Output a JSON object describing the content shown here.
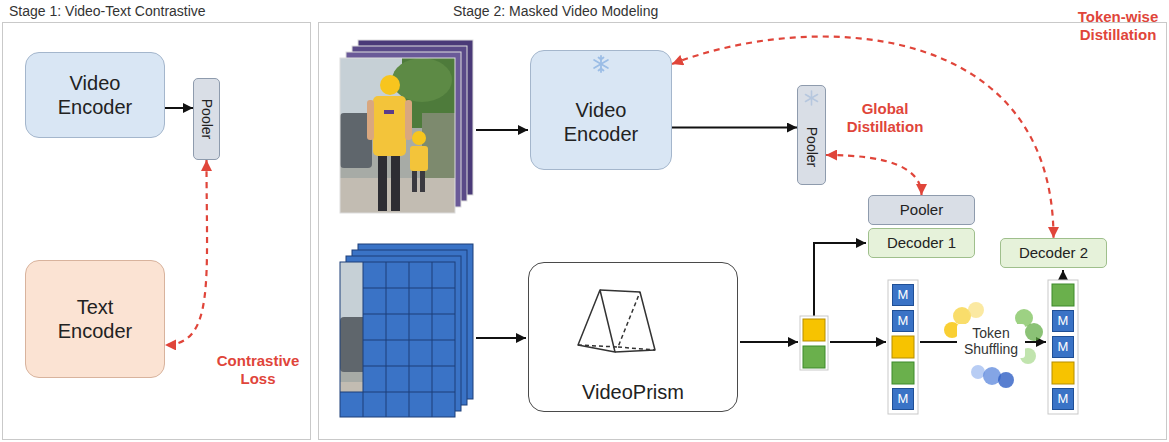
{
  "diagram": {
    "nodes": [
      {
        "text": [
          "Stage 1: Video-Text Contrastive"
        ]
      },
      {
        "text": [
          "Video Encoder"
        ],
        "in": 0
      },
      {
        "text": [
          "Pooler"
        ],
        "in": 0
      },
      {
        "text": [
          "Text Encoder"
        ],
        "in": 0
      },
      {
        "text": [
          "Stage 2: Masked Video Modeling"
        ]
      },
      {
        "text": [
          "Video Encoder"
        ],
        "in": 4
      },
      {
        "text": [
          "Pooler"
        ],
        "in": 4
      },
      {
        "text": [
          "Pooler"
        ],
        "in": 4
      },
      {
        "text": [
          "Decoder 1"
        ],
        "in": 4
      },
      {
        "text": [
          "Decoder 2"
        ],
        "in": 4
      },
      {
        "text": [
          "VideoPrism"
        ],
        "in": 4
      }
    ],
    "edges": [
      {
        "from": 1,
        "to": 2,
        "arrow": "to"
      },
      {
        "from": 2,
        "to": 3,
        "arrow": "both",
        "label": "Contrastive Loss"
      },
      {
        "from": 5,
        "to": 6,
        "arrow": "to"
      },
      {
        "from": 6,
        "to": 7,
        "arrow": "both",
        "label": "Global Distillation"
      },
      {
        "from": 5,
        "to": 9,
        "arrow": "both",
        "label": "Token-wise Distillation"
      }
    ],
    "labels": [
      "Token Shuffling",
      "M",
      "M",
      "M",
      "M",
      "M",
      "M"
    ]
  }
}
